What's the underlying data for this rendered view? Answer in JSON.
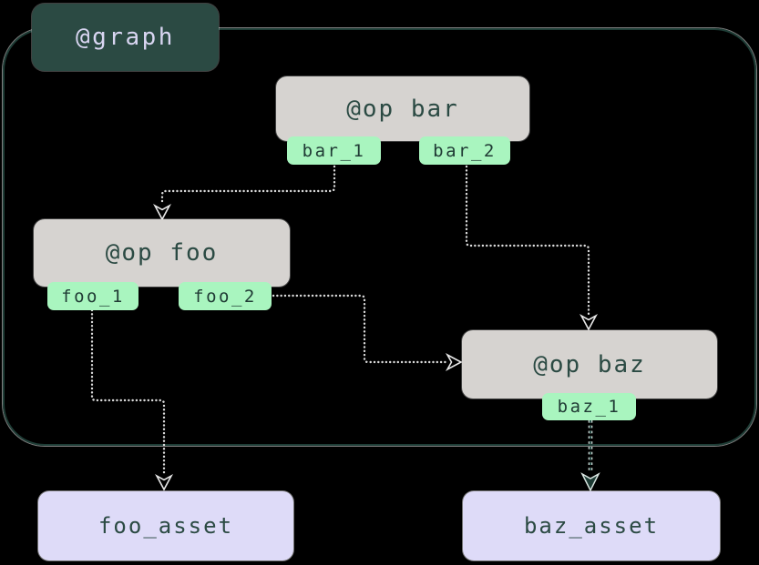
{
  "diagram": {
    "graph_label": "@graph",
    "ops": [
      {
        "id": "bar",
        "label": "@op bar",
        "outputs": [
          "bar_1",
          "bar_2"
        ]
      },
      {
        "id": "foo",
        "label": "@op foo",
        "outputs": [
          "foo_1",
          "foo_2"
        ]
      },
      {
        "id": "baz",
        "label": "@op baz",
        "outputs": [
          "baz_1"
        ]
      }
    ],
    "assets": [
      {
        "label": "foo_asset"
      },
      {
        "label": "baz_asset"
      }
    ],
    "edges": [
      {
        "from": "bar.bar_1",
        "to": "op foo",
        "style": "dotted-light"
      },
      {
        "from": "bar.bar_2",
        "to": "op baz",
        "style": "dotted-light"
      },
      {
        "from": "foo.foo_2",
        "to": "op baz",
        "style": "dotted-light"
      },
      {
        "from": "foo.foo_1",
        "to": "foo_asset",
        "style": "dotted-light"
      },
      {
        "from": "baz.baz_1",
        "to": "baz_asset",
        "style": "dotted-teal"
      }
    ],
    "colors": {
      "background": "#000000",
      "graph_chip_bg": "#2b4a43",
      "graph_chip_text": "#d9d6f2",
      "graph_border": "#1e3d36",
      "op_bg": "#d6d3d0",
      "op_text": "#2b4a43",
      "output_tag_bg": "#a9f5bf",
      "output_tag_text": "#1f3a34",
      "asset_bg": "#dedbf8",
      "asset_text": "#2b4a43",
      "edge_light": "#dcdcdc",
      "edge_teal": "#29504a"
    }
  }
}
